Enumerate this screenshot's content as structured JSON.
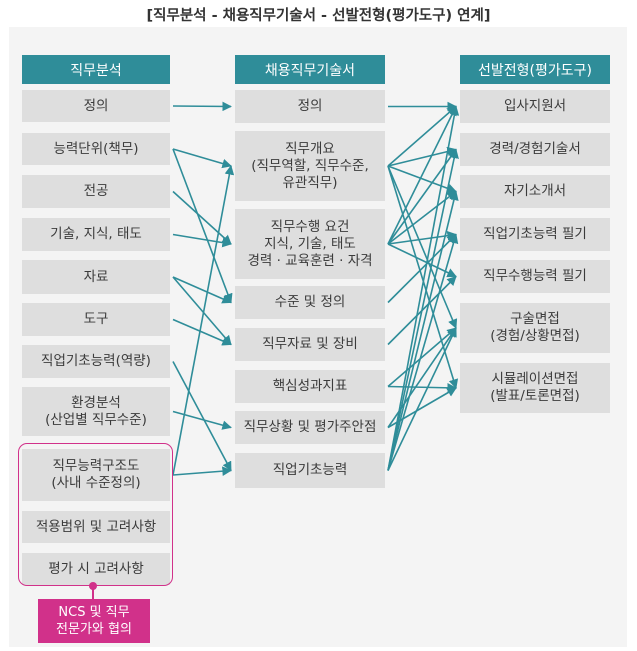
{
  "title": "[직무분석 - 채용직무기술서 - 선발전형(평가도구) 연계]",
  "columns": {
    "analysis": {
      "header": "직무분석",
      "items": [
        "정의",
        "능력단위(책무)",
        "전공",
        "기술, 지식, 태도",
        "자료",
        "도구",
        "직업기초능력(역량)",
        "환경분석\n(산업별 직무수준)",
        "직무능력구조도\n(사내 수준정의)",
        "적용범위 및 고려사항",
        "평가 시 고려사항"
      ]
    },
    "description": {
      "header": "채용직무기술서",
      "items": [
        "정의",
        "직무개요\n(직무역할, 직무수준,\n유관직무)",
        "직무수행 요건\n지식, 기술, 태도\n경력 · 교육훈련 · 자격",
        "수준 및 정의",
        "직무자료 및 장비",
        "핵심성과지표",
        "직무상황 및 평가주안점",
        "직업기초능력"
      ]
    },
    "selection": {
      "header": "선발전형(평가도구)",
      "items": [
        "입사지원서",
        "경력/경험기술서",
        "자기소개서",
        "직업기초능력 필기",
        "직무수행능력 필기",
        "구술면접\n(경험/상황면접)",
        "시뮬레이션면접\n(발표/토론면접)"
      ]
    }
  },
  "group_label": "NCS 및 직무\n전문가와 협의",
  "colors": {
    "header": "#2f8d99",
    "box": "#dedede",
    "arrow": "#2f8d99",
    "highlight": "#d1318a",
    "background": "#f4f4f4"
  },
  "links_left_to_middle": [
    [
      0,
      0
    ],
    [
      1,
      1
    ],
    [
      1,
      3
    ],
    [
      2,
      2
    ],
    [
      3,
      2
    ],
    [
      4,
      3
    ],
    [
      4,
      4
    ],
    [
      5,
      4
    ],
    [
      6,
      7
    ],
    [
      7,
      6
    ],
    [
      8,
      1
    ],
    [
      8,
      7
    ]
  ],
  "links_middle_to_right": [
    [
      0,
      0
    ],
    [
      1,
      0
    ],
    [
      1,
      1
    ],
    [
      1,
      2
    ],
    [
      1,
      5
    ],
    [
      1,
      6
    ],
    [
      2,
      0
    ],
    [
      2,
      1
    ],
    [
      2,
      2
    ],
    [
      2,
      3
    ],
    [
      2,
      4
    ],
    [
      3,
      3
    ],
    [
      4,
      4
    ],
    [
      5,
      5
    ],
    [
      5,
      6
    ],
    [
      6,
      5
    ],
    [
      6,
      6
    ],
    [
      7,
      0
    ],
    [
      7,
      1
    ],
    [
      7,
      2
    ],
    [
      7,
      3
    ],
    [
      7,
      5
    ]
  ]
}
